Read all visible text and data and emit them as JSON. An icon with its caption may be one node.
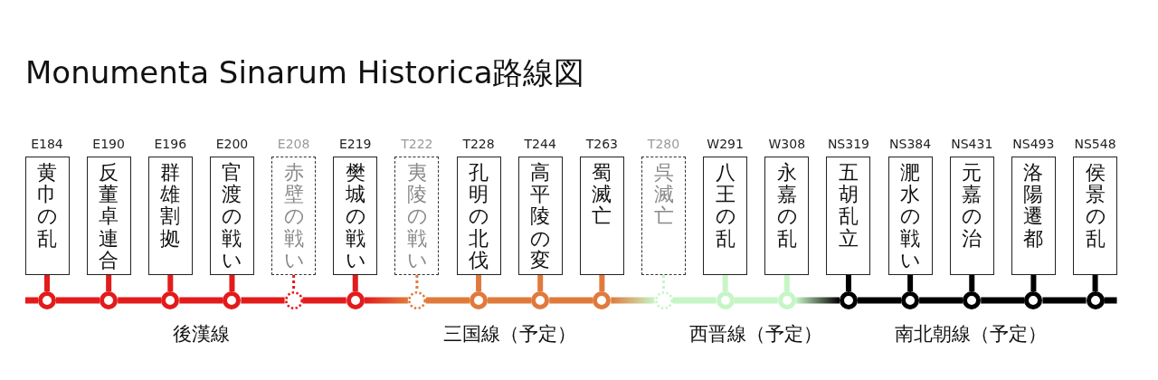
{
  "diagram": {
    "title": "Monumenta Sinarum Historica路線図",
    "nodes": [
      {
        "text": [
          "黄巾の乱"
        ],
        "beside": [
          "E184"
        ]
      },
      {
        "text": [
          "反董卓連合"
        ],
        "beside": [
          "E190"
        ]
      },
      {
        "text": [
          "群雄割拠"
        ],
        "beside": [
          "E196"
        ]
      },
      {
        "text": [
          "官渡の戦い"
        ],
        "beside": [
          "E200"
        ]
      },
      {
        "text": [
          "赤壁の戦い"
        ],
        "beside": [
          "E208"
        ]
      },
      {
        "text": [
          "樊城の戦い"
        ],
        "beside": [
          "E219"
        ]
      },
      {
        "text": [
          "夷陵の戦い"
        ],
        "beside": [
          "T222"
        ]
      },
      {
        "text": [
          "孔明の北伐"
        ],
        "beside": [
          "T228"
        ]
      },
      {
        "text": [
          "高平陵の変"
        ],
        "beside": [
          "T244"
        ]
      },
      {
        "text": [
          "蜀滅亡"
        ],
        "beside": [
          "T263"
        ]
      },
      {
        "text": [
          "呉滅亡"
        ],
        "beside": [
          "T280"
        ]
      },
      {
        "text": [
          "八王の乱"
        ],
        "beside": [
          "W291"
        ]
      },
      {
        "text": [
          "永嘉の乱"
        ],
        "beside": [
          "W308"
        ]
      },
      {
        "text": [
          "五胡乱立"
        ],
        "beside": [
          "NS319"
        ]
      },
      {
        "text": [
          "淝水の戦い"
        ],
        "beside": [
          "NS384"
        ]
      },
      {
        "text": [
          "元嘉の治"
        ],
        "beside": [
          "NS431"
        ]
      },
      {
        "text": [
          "洛陽遷都"
        ],
        "beside": [
          "NS493"
        ]
      },
      {
        "text": [
          "侯景の乱"
        ],
        "beside": [
          "NS548"
        ]
      },
      {
        "text": [],
        "shape": "circle"
      },
      {
        "text": [],
        "shape": "circle"
      },
      {
        "text": [],
        "shape": "circle"
      },
      {
        "text": [],
        "shape": "circle"
      },
      {
        "text": [],
        "shape": "circle"
      },
      {
        "text": [],
        "shape": "circle"
      },
      {
        "text": [],
        "shape": "circle"
      },
      {
        "text": [],
        "shape": "circle"
      },
      {
        "text": [],
        "shape": "circle"
      },
      {
        "text": [],
        "shape": "circle"
      },
      {
        "text": [],
        "shape": "circle"
      },
      {
        "text": [],
        "shape": "circle"
      },
      {
        "text": [],
        "shape": "circle"
      },
      {
        "text": [],
        "shape": "circle"
      },
      {
        "text": [],
        "shape": "circle"
      },
      {
        "text": [],
        "shape": "circle"
      },
      {
        "text": [],
        "shape": "circle"
      },
      {
        "text": [],
        "shape": "circle"
      }
    ],
    "edges": [
      {
        "from": 0,
        "to": 18,
        "arrow": "none",
        "color": "#e31b1b"
      },
      {
        "from": 1,
        "to": 19,
        "arrow": "none",
        "color": "#e31b1b"
      },
      {
        "from": 2,
        "to": 20,
        "arrow": "none",
        "color": "#e31b1b"
      },
      {
        "from": 3,
        "to": 21,
        "arrow": "none",
        "color": "#e31b1b"
      },
      {
        "from": 4,
        "to": 22,
        "arrow": "none",
        "style": "dashed",
        "color": "#e31b1b"
      },
      {
        "from": 5,
        "to": 23,
        "arrow": "none",
        "color": "#e31b1b"
      },
      {
        "from": 6,
        "to": 24,
        "arrow": "none",
        "style": "dashed",
        "color": "#e07a3c"
      },
      {
        "from": 7,
        "to": 25,
        "arrow": "none",
        "color": "#e07a3c"
      },
      {
        "from": 8,
        "to": 26,
        "arrow": "none",
        "color": "#e07a3c"
      },
      {
        "from": 9,
        "to": 27,
        "arrow": "none",
        "color": "#e07a3c"
      },
      {
        "from": 10,
        "to": 28,
        "arrow": "none",
        "style": "dashed",
        "color": "#c6f5c6"
      },
      {
        "from": 11,
        "to": 29,
        "arrow": "none",
        "color": "#c6f5c6"
      },
      {
        "from": 12,
        "to": 30,
        "arrow": "none",
        "color": "#c6f5c6"
      },
      {
        "from": 13,
        "to": 31,
        "arrow": "none",
        "color": "#000000"
      },
      {
        "from": 14,
        "to": 32,
        "arrow": "none",
        "color": "#000000"
      },
      {
        "from": 15,
        "to": 33,
        "arrow": "none",
        "color": "#000000"
      },
      {
        "from": 16,
        "to": 34,
        "arrow": "none",
        "color": "#000000"
      },
      {
        "from": 17,
        "to": 35,
        "arrow": "none",
        "color": "#000000"
      },
      {
        "from": null,
        "to": 18,
        "arrow": "none",
        "color": "#e31b1b"
      },
      {
        "from": 18,
        "to": 19,
        "arrow": "none",
        "color": "#e31b1b"
      },
      {
        "from": 19,
        "to": 20,
        "arrow": "none",
        "color": "#e31b1b"
      },
      {
        "from": 20,
        "to": 21,
        "arrow": "none",
        "color": "#e31b1b"
      },
      {
        "from": 21,
        "to": 22,
        "arrow": "none",
        "color": "#e31b1b"
      },
      {
        "from": 22,
        "to": 23,
        "arrow": "none",
        "color": "#e31b1b"
      },
      {
        "from": 23,
        "to": 24,
        "arrow": "none",
        "color": "#e07a3c"
      },
      {
        "from": 24,
        "to": 25,
        "arrow": "none",
        "color": "#e07a3c"
      },
      {
        "from": 25,
        "to": 26,
        "arrow": "none",
        "color": "#e07a3c"
      },
      {
        "from": 26,
        "to": 27,
        "arrow": "none",
        "color": "#e07a3c"
      },
      {
        "from": 27,
        "to": 28,
        "arrow": "none",
        "color": "#c6f5c6"
      },
      {
        "from": 28,
        "to": 29,
        "arrow": "none",
        "color": "#c6f5c6"
      },
      {
        "from": 29,
        "to": 30,
        "arrow": "none",
        "color": "#c6f5c6"
      },
      {
        "from": 30,
        "to": 31,
        "arrow": "none",
        "color": "#000000"
      },
      {
        "from": 31,
        "to": 32,
        "arrow": "none",
        "color": "#000000"
      },
      {
        "from": 32,
        "to": 33,
        "arrow": "none",
        "color": "#000000"
      },
      {
        "from": 33,
        "to": 34,
        "arrow": "none",
        "color": "#000000"
      },
      {
        "from": 34,
        "to": 35,
        "arrow": "none",
        "color": "#000000"
      },
      {
        "from": 35,
        "to": null,
        "arrow": "none",
        "color": "#000000"
      }
    ],
    "labels": [
      "後漢線",
      "三国線（予定）",
      "西晋線（予定）",
      "南北朝線（予定）"
    ]
  }
}
